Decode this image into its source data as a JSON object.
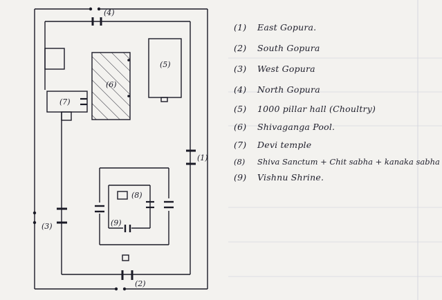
{
  "plan": {
    "labels": {
      "north_gopura": "(4)",
      "east_gopura": "(1)",
      "south_gopura": "(2)",
      "west_gopura": "(3)",
      "pillar_hall": "(5)",
      "shivaganga_pool": "(6)",
      "devi_temple": "(7)",
      "shiva_sanctum": "(8)",
      "vishnu_shrine": "(9)"
    }
  },
  "legend": {
    "items": [
      {
        "num": "(1)",
        "text": "East Gopura."
      },
      {
        "num": "(2)",
        "text": "South Gopura"
      },
      {
        "num": "(3)",
        "text": "West Gopura"
      },
      {
        "num": "(4)",
        "text": "North Gopura"
      },
      {
        "num": "(5)",
        "text": "1000 pillar hall (Choultry)"
      },
      {
        "num": "(6)",
        "text": "Shivaganga Pool."
      },
      {
        "num": "(7)",
        "text": "Devi temple"
      },
      {
        "num": "(8)",
        "text": "Shiva Sanctum + Chit sabha + kanaka sabha"
      },
      {
        "num": "(9)",
        "text": "Vishnu Shrine."
      }
    ]
  },
  "colors": {
    "ink": "#1a1a26",
    "paper": "#f3f2ef",
    "rule_line": "#c9ccd6"
  }
}
